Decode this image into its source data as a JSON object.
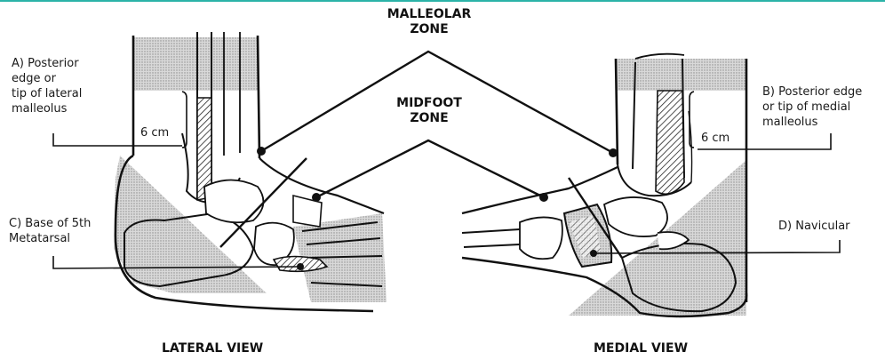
{
  "accent_color": "#2bb3a8",
  "zones": {
    "malleolar": "MALLEOLAR\nZONE",
    "midfoot": "MIDFOOT\nZONE"
  },
  "labels": {
    "a": "A) Posterior\nedge or\ntip of lateral\nmalleolus",
    "b": "B) Posterior edge\nor tip of medial\nmalleolus",
    "c": "C) Base of 5th\nMetatarsal",
    "d": "D) Navicular",
    "measure_left": "6 cm",
    "measure_right": "6 cm"
  },
  "views": {
    "lateral": "LATERAL VIEW",
    "medial": "MEDIAL VIEW"
  }
}
